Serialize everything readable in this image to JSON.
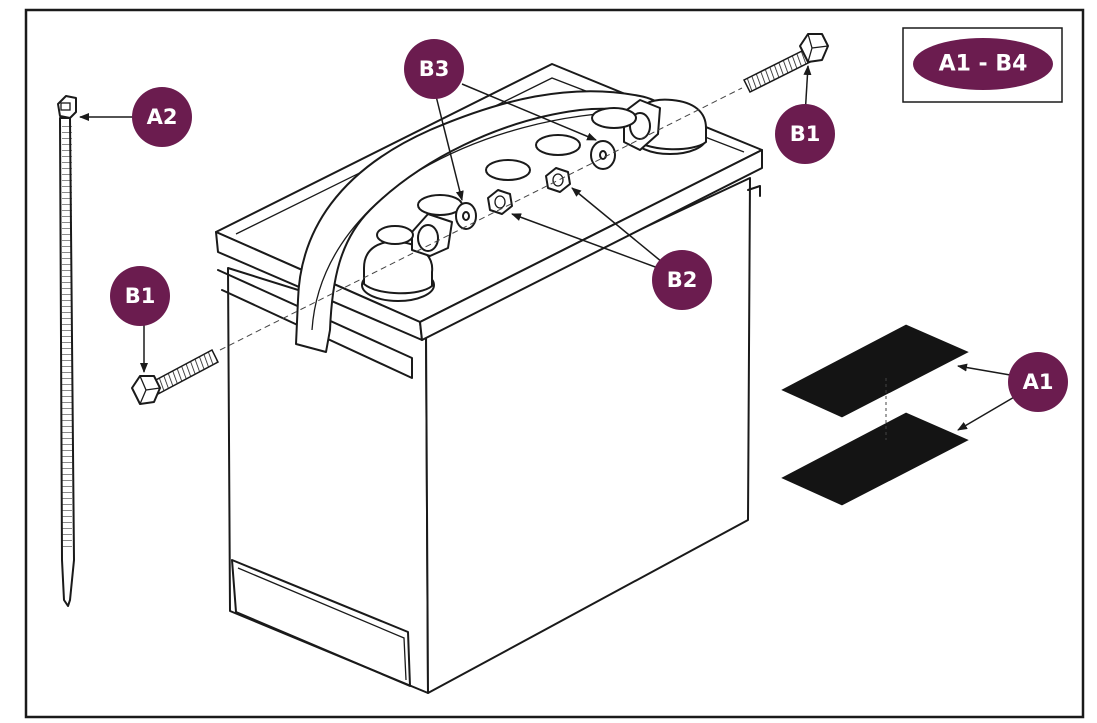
{
  "key_label": "A1 - B4",
  "callouts": {
    "a2": "A2",
    "b3": "B3",
    "b1_top": "B1",
    "b1_left": "B1",
    "b2": "B2",
    "a1": "A1"
  },
  "colors": {
    "callout_fill": "#6b1c4f",
    "pad_fill": "#141414",
    "line": "#1a1a1a"
  }
}
